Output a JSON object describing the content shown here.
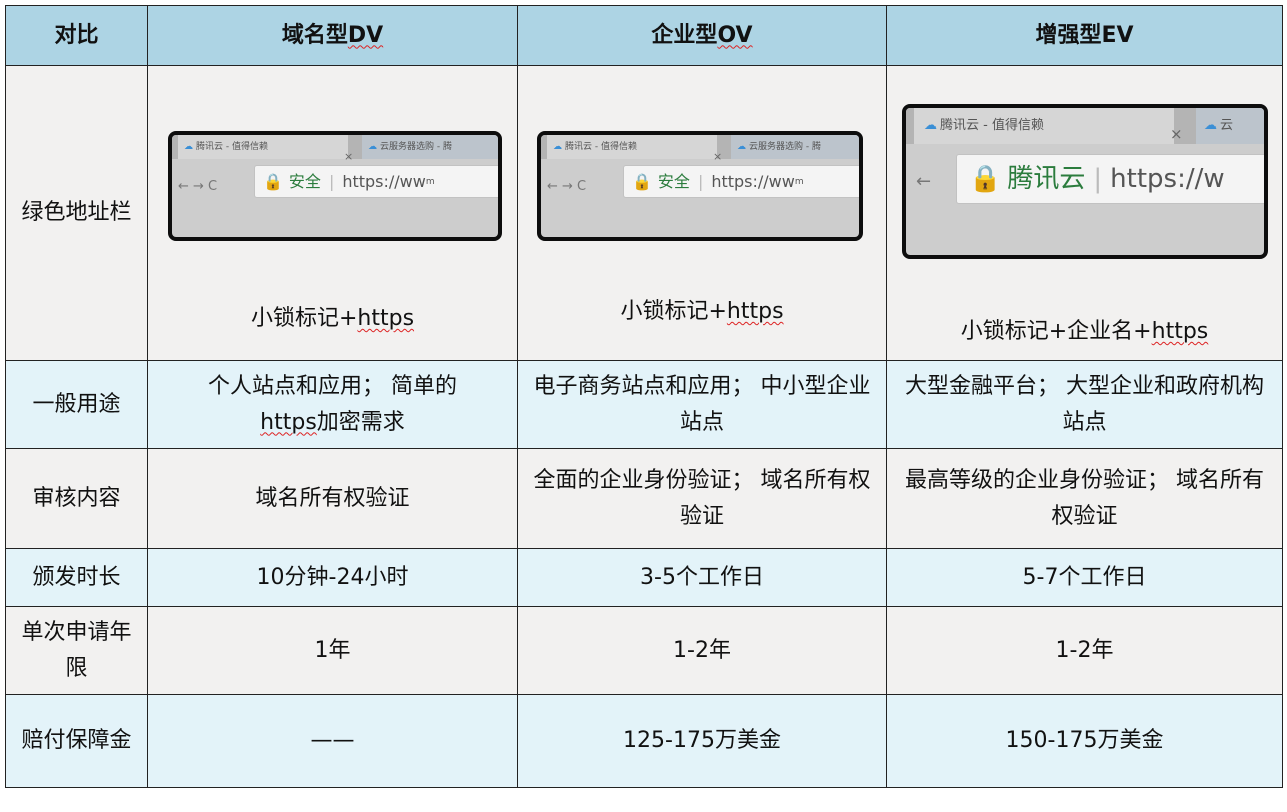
{
  "header": {
    "compare": "对比",
    "dv": "域名型",
    "dv_suffix": "DV",
    "ov": "企业型",
    "ov_suffix": "OV",
    "ev": "增强型EV"
  },
  "rows": {
    "address_bar": {
      "label": "绿色地址栏",
      "dv": {
        "caption_prefix": "小锁标记+",
        "caption_https": "https",
        "shot": {
          "tab_title": "腾讯云 - 值得信赖",
          "tab2_title": "云服务器选购 - 腾",
          "nav": "← → C",
          "secure": "安全",
          "url": "https://ww",
          "url_tail": "m"
        }
      },
      "ov": {
        "caption_prefix": "小锁标记+",
        "caption_https": "https",
        "shot": {
          "tab_title": "腾讯云 - 值得信赖",
          "tab2_title": "云服务器选购 - 腾",
          "nav": "← → C",
          "secure": "安全",
          "url": "https://ww",
          "url_tail": "m"
        }
      },
      "ev": {
        "caption_prefix": "小锁标记+企业名+",
        "caption_https": "https",
        "shot": {
          "tab_title": "腾讯云 - 值得信赖",
          "tab2_title": "云",
          "nav": "←",
          "secure": "腾讯云",
          "url": "https://w"
        }
      }
    },
    "usage": {
      "label": "一般用途",
      "dv_line1": "个人站点和应用； 简单的",
      "dv_https": "https",
      "dv_line2_rest": "加密需求",
      "ov": "电子商务站点和应用； 中小型企业站点",
      "ev": "大型金融平台； 大型企业和政府机构站点"
    },
    "audit": {
      "label": "审核内容",
      "dv": "域名所有权验证",
      "ov": "全面的企业身份验证； 域名所有权验证",
      "ev": "最高等级的企业身份验证； 域名所有权验证"
    },
    "duration": {
      "label": "颁发时长",
      "dv": "10分钟-24小时",
      "ov": "3-5个工作日",
      "ev": "5-7个工作日"
    },
    "term": {
      "label": "单次申请年限",
      "dv": "1年",
      "ov": "1-2年",
      "ev": "1-2年"
    },
    "warranty": {
      "label": "赔付保障金",
      "dv": "——",
      "ov": "125-175万美金",
      "ev": "150-175万美金"
    }
  },
  "colors": {
    "header_bg": "#add4e4",
    "light_blue_row": "#e3f3f9",
    "gray_row": "#f2f1f0",
    "secure_green": "#2b7c3d"
  }
}
